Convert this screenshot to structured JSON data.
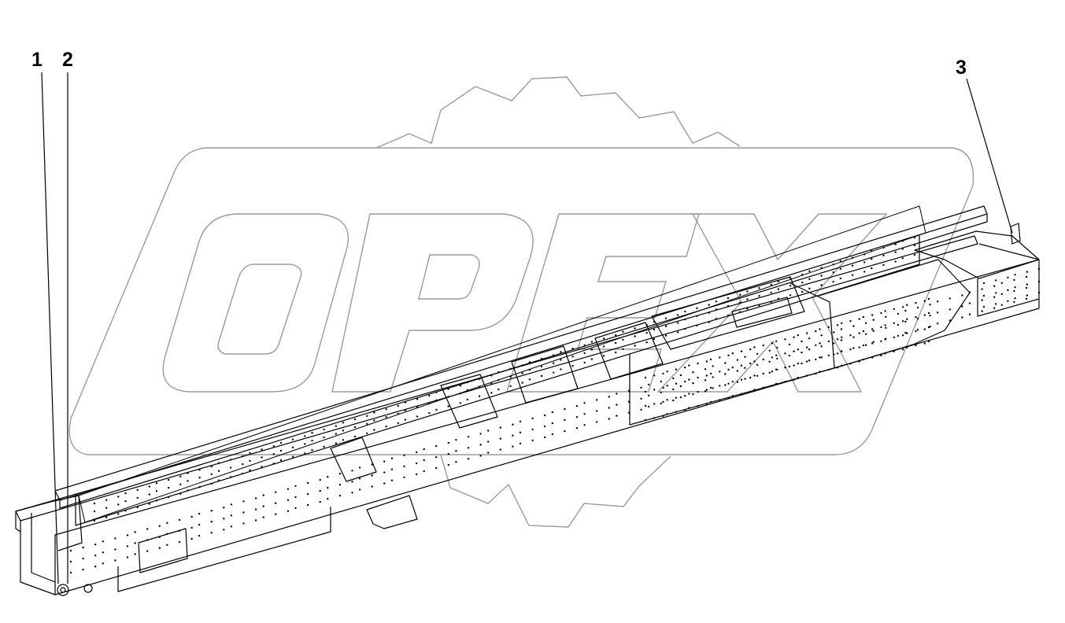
{
  "diagram": {
    "callouts": [
      {
        "id": "c1",
        "label": "1"
      },
      {
        "id": "c2",
        "label": "2"
      },
      {
        "id": "c3",
        "label": "3"
      }
    ],
    "watermark": "OPEX",
    "colors": {
      "line": "#000000",
      "watermark": "#9a9a9a",
      "background": "#ffffff"
    },
    "icons": [
      "gear-watermark-icon"
    ]
  }
}
